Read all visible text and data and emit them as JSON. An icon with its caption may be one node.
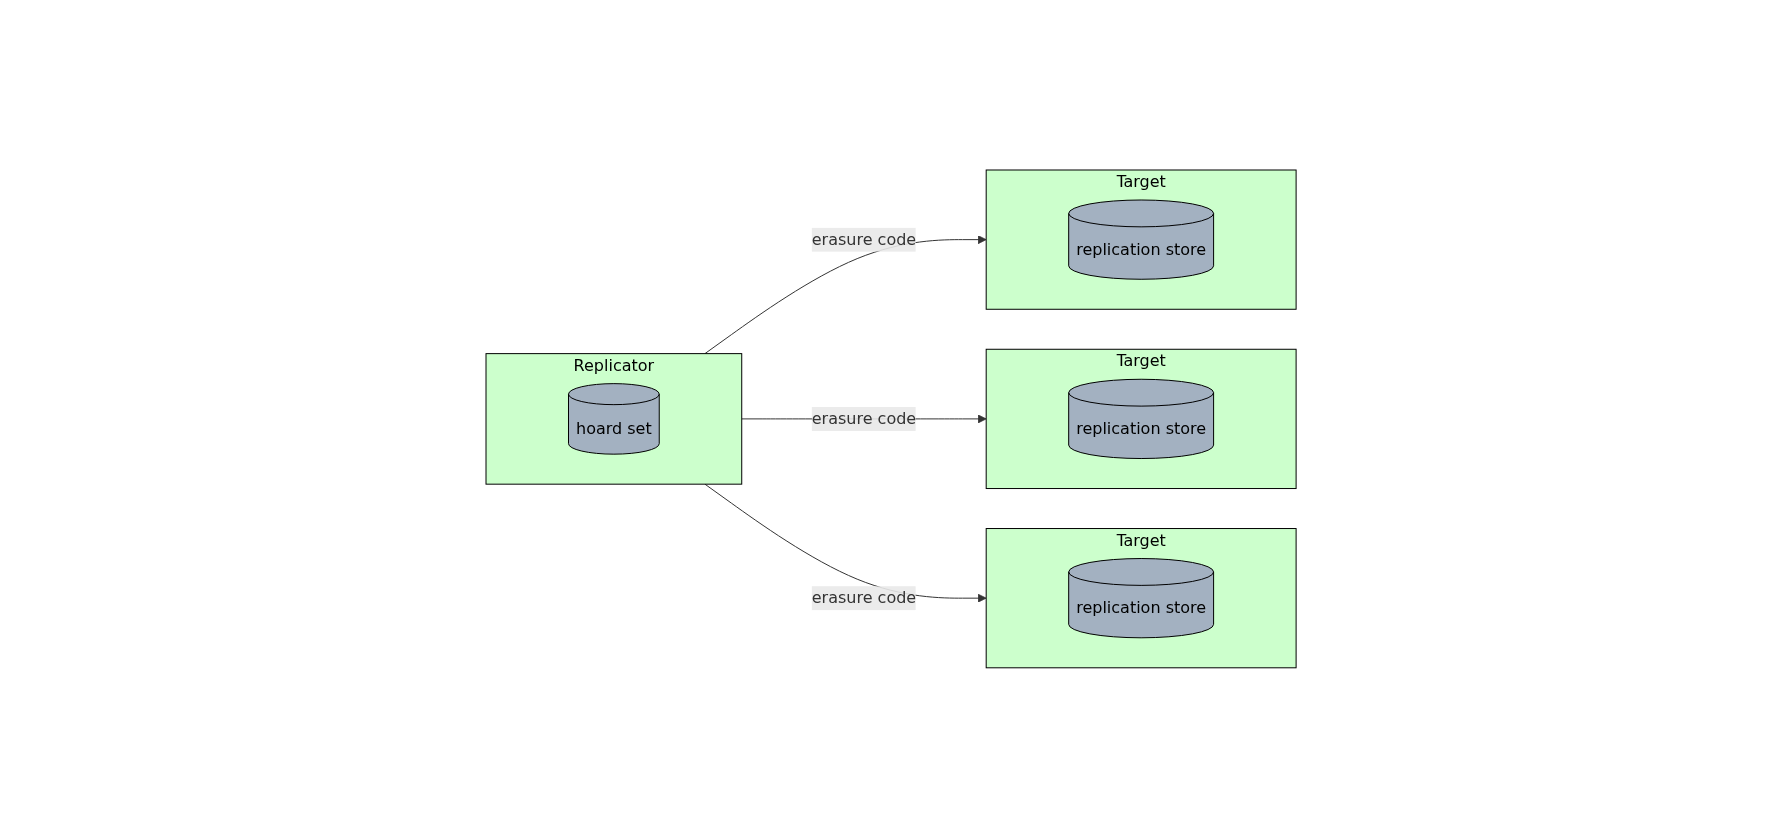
{
  "diagram": {
    "nodes": [
      {
        "text": [
          "Replicator"
        ]
      },
      {
        "text": [
          "hoard set"
        ],
        "in": 0
      },
      {
        "text": [
          "Target"
        ]
      },
      {
        "text": [
          "replication store"
        ],
        "in": 2
      },
      {
        "text": [
          "Target"
        ]
      },
      {
        "text": [
          "replication store"
        ],
        "in": 4
      },
      {
        "text": [
          "Target"
        ]
      },
      {
        "text": [
          "replication store"
        ],
        "in": 6
      }
    ],
    "edges": [
      {
        "from": 0,
        "to": 2,
        "arrow": "to",
        "label": "erasure code"
      },
      {
        "from": 0,
        "to": 4,
        "arrow": "to",
        "label": "erasure code"
      },
      {
        "from": 0,
        "to": 6,
        "arrow": "to",
        "label": "erasure code"
      }
    ]
  }
}
